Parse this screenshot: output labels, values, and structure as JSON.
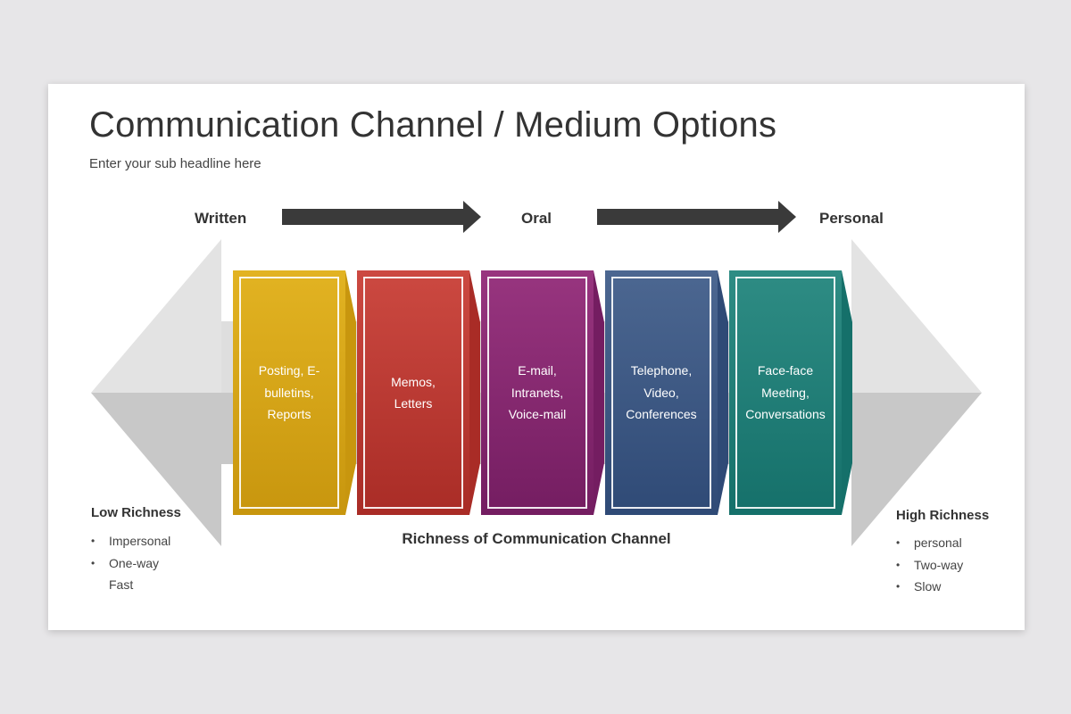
{
  "slide": {
    "title": "Communication Channel / Medium Options",
    "subtitle": "Enter your sub headline here"
  },
  "flow": {
    "labels": [
      "Written",
      "Oral",
      "Personal"
    ]
  },
  "channels": [
    {
      "text": "Posting, E-\nbulletins,\nReports",
      "color": "#e2b322",
      "side": "#c8960e"
    },
    {
      "text": "Memos,\nLetters",
      "color": "#cc4941",
      "side": "#a92c26"
    },
    {
      "text": "E-mail,\nIntranets,\nVoice-mail",
      "color": "#98357f",
      "side": "#741d61"
    },
    {
      "text": "Telephone,\nVideo,\nConferences",
      "color": "#4c6791",
      "side": "#2f4a76"
    },
    {
      "text": "Face-face\nMeeting,\nConversations",
      "color": "#2e8c84",
      "side": "#15706a"
    }
  ],
  "caption": "Richness of Communication Channel",
  "low": {
    "title": "Low Richness",
    "items": [
      {
        "text": "Impersonal",
        "bullet": true
      },
      {
        "text": "One-way",
        "bullet": true
      },
      {
        "text": "Fast",
        "bullet": false
      }
    ]
  },
  "high": {
    "title": "High Richness",
    "items": [
      {
        "text": "personal",
        "bullet": true
      },
      {
        "text": "Two-way",
        "bullet": true
      },
      {
        "text": "Slow",
        "bullet": true
      }
    ]
  },
  "colors": {
    "arrow": "#3a3a3a",
    "grey_light": "#dcdcdc",
    "grey_dark": "#c4c4c4"
  }
}
